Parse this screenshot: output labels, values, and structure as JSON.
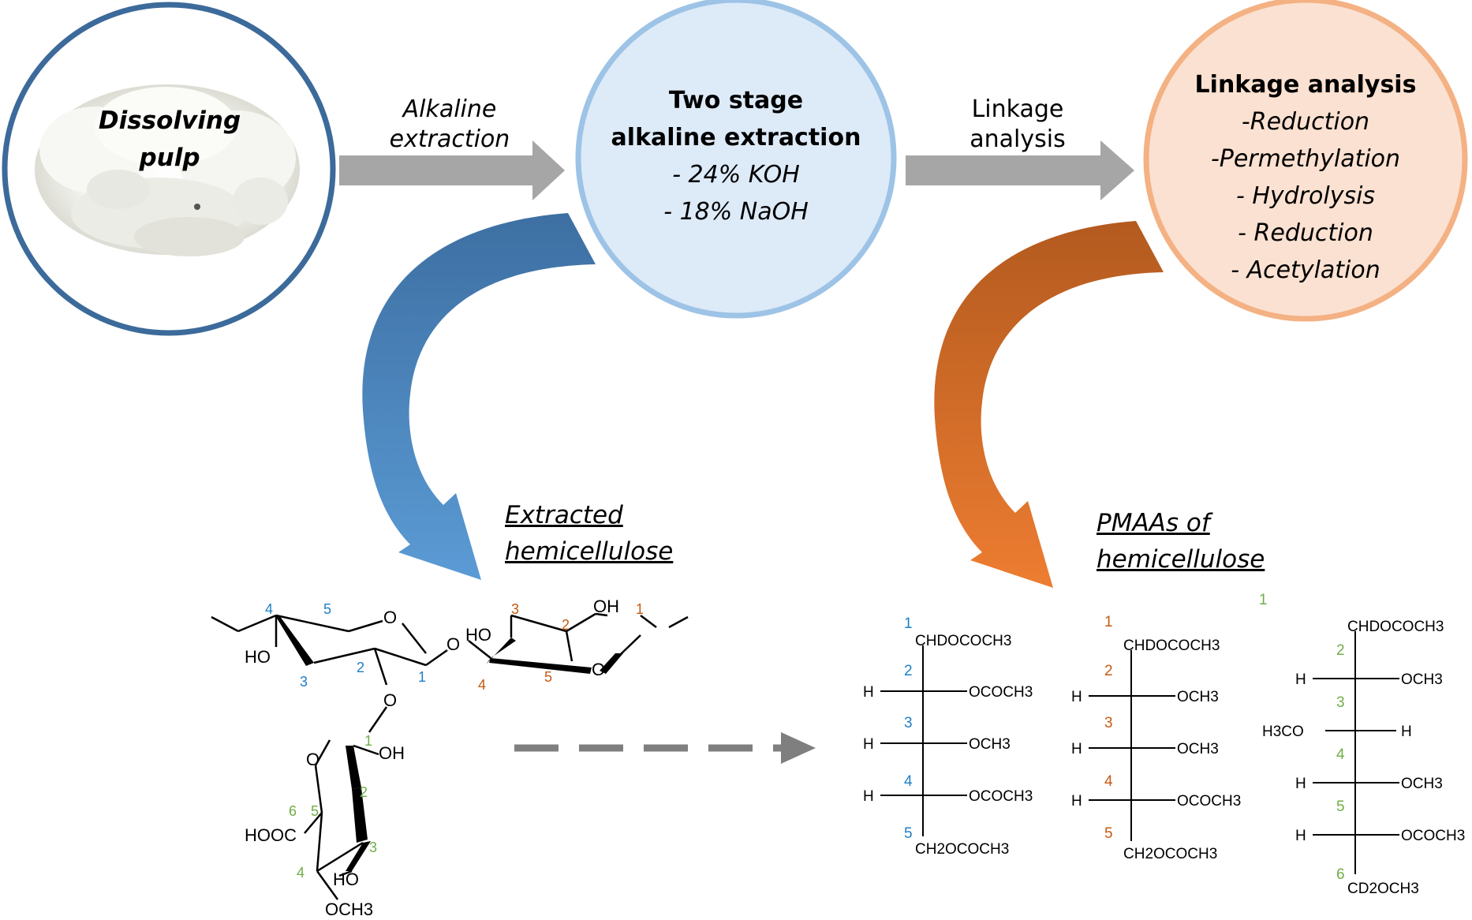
{
  "pulp": {
    "label1": "Dissolving",
    "label2": "pulp"
  },
  "arrow1": {
    "line1": "Alkaline",
    "line2": "extraction"
  },
  "stage": {
    "title1": "Two stage",
    "title2": "alkaline extraction",
    "item1": "- 24% KOH",
    "item2": "- 18% NaOH"
  },
  "arrow2": {
    "line1": "Linkage",
    "line2": "analysis"
  },
  "linkage": {
    "title": "Linkage analysis",
    "steps": [
      "-Reduction",
      "-Permethylation",
      "- Hydrolysis",
      "- Reduction",
      "- Acetylation"
    ]
  },
  "extracted": {
    "line1": "Extracted",
    "line2": "hemicellulose"
  },
  "pmaa": {
    "line1": "PMAAs of",
    "line2": "hemicellulose"
  },
  "colors": {
    "blue": "#1f7fc4",
    "orange": "#c55a11",
    "green": "#70ad47",
    "pulp_ring": "#3c6a9a",
    "stage_fill": "#ddeaf8",
    "stage_ring": "#9dc3e6",
    "link_fill": "#fbe1d1",
    "link_ring": "#f4b183",
    "gray_arrow": "#a6a6a6"
  },
  "structure": {
    "labels": {
      "o_left": "O",
      "ho_ring1": "HO",
      "o_ring1": "O",
      "o_glyco": "O",
      "ho_ring2": "HO",
      "oh_ring2": "OH",
      "o_ring2": "O",
      "o_bottom_link": "O",
      "o_ring3": "O",
      "oh_ring3": "OH",
      "hooc": "HOOC",
      "ho_ring3": "HO",
      "och3_ring3": "OCH3"
    },
    "r1": [
      "4",
      "5",
      "3",
      "2",
      "1"
    ],
    "r2": [
      "3",
      "2",
      "1",
      "4",
      "5"
    ],
    "r3": [
      "1",
      "2",
      "6",
      "5",
      "3",
      "4"
    ]
  },
  "pmaa1": {
    "n": [
      "1",
      "2",
      "3",
      "4",
      "5"
    ],
    "top": "CHDOCOCH3",
    "bottom": "CH2OCOCH3",
    "rows": [
      {
        "left": "H",
        "right": "OCOCH3"
      },
      {
        "left": "H",
        "right": "OCH3"
      },
      {
        "left": "H",
        "right": "OCOCH3"
      }
    ]
  },
  "pmaa2": {
    "n": [
      "1",
      "2",
      "3",
      "4",
      "5"
    ],
    "top": "CHDOCOCH3",
    "bottom": "CH2OCOCH3",
    "rows": [
      {
        "left": "H",
        "right": "OCH3"
      },
      {
        "left": "H",
        "right": "OCH3"
      },
      {
        "left": "H",
        "right": "OCOCH3"
      }
    ]
  },
  "pmaa3": {
    "n": [
      "1",
      "2",
      "3",
      "4",
      "5",
      "6"
    ],
    "top": "CHDOCOCH3",
    "bottom": "CD2OCH3",
    "rows": [
      {
        "left": "H",
        "right": "OCH3"
      },
      {
        "left": "H3CO",
        "right": "H"
      },
      {
        "left": "H",
        "right": "OCH3"
      },
      {
        "left": "H",
        "right": "OCOCH3"
      }
    ]
  }
}
